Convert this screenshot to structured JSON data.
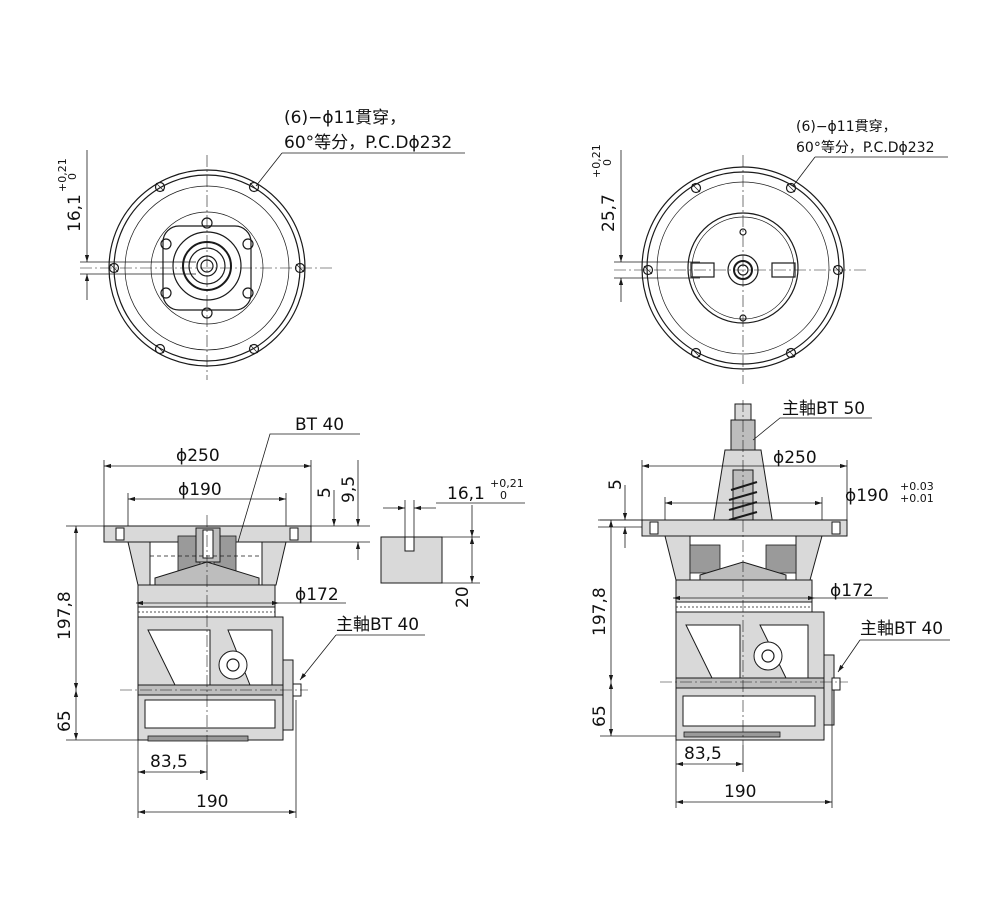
{
  "top_left": {
    "note_line1": "(6)−ϕ11貫穿，",
    "note_line2": "60°等分，P.C.Dϕ232",
    "dim_value": "16,1",
    "tol_upper": "+0,21",
    "tol_lower": "0"
  },
  "top_right": {
    "note_line1": "(6)−ϕ11貫穿，",
    "note_line2": "60°等分，P.C.Dϕ232",
    "dim_value": "25,7",
    "tol_upper": "+0,21",
    "tol_lower": "0"
  },
  "bottom_left": {
    "spindle_top": "BT 40",
    "dia_flange": "ϕ250",
    "dia_pilot": "ϕ190",
    "dim_5": "5",
    "dim_9_5": "9,5",
    "dia_body": "ϕ172",
    "spindle_side": "主軸BT 40",
    "height_total": "197,8",
    "height_lower": "65",
    "dim_83_5": "83,5",
    "width_190": "190"
  },
  "keyway_detail": {
    "dim_value": "16,1",
    "tol_upper": "+0,21",
    "tol_lower": "0",
    "dim_20": "20"
  },
  "bottom_right": {
    "spindle_top": "主軸BT 50",
    "dia_flange": "ϕ250",
    "dim_5": "5",
    "dia_pilot": "ϕ190",
    "tol_upper": "+0.03",
    "tol_lower": "+0.01",
    "dia_body": "ϕ172",
    "spindle_side": "主軸BT 40",
    "height_total": "197,8",
    "height_lower": "65",
    "dim_83_5": "83,5",
    "width_190": "190"
  }
}
